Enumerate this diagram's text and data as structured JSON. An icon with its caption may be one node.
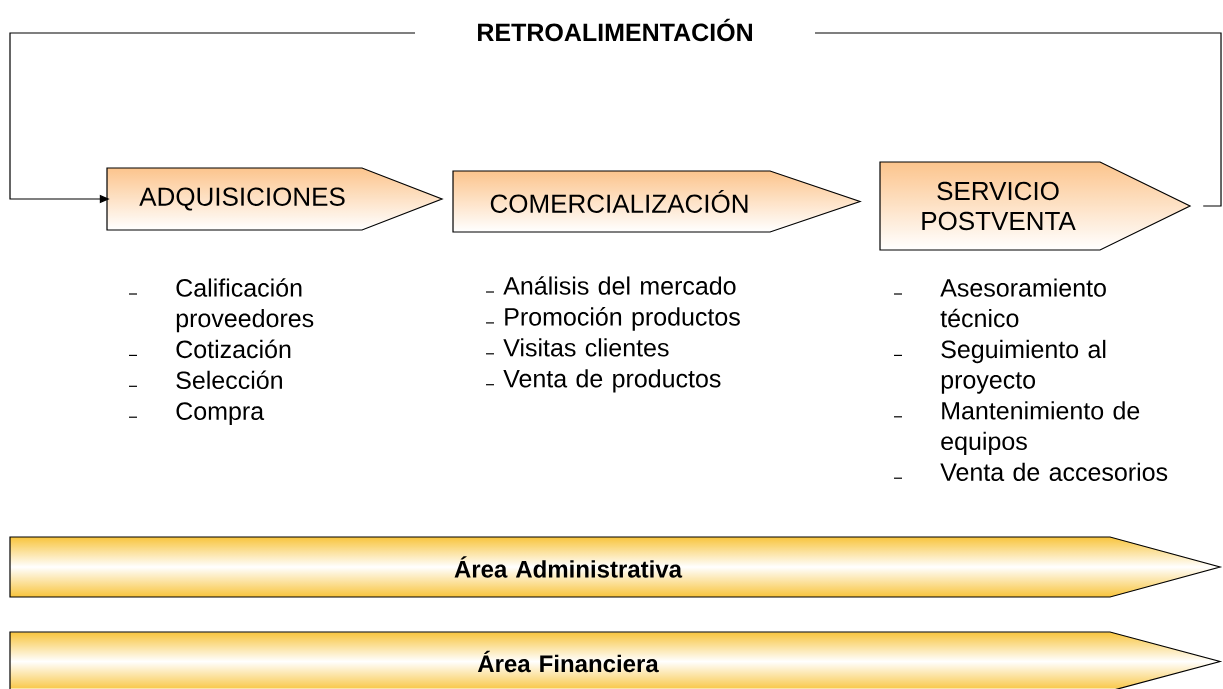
{
  "diagram": {
    "nodes": [
      {
        "text": [
          "ADQUISICIONES"
        ],
        "beside": [
          "Calificación proveedores",
          "Cotización",
          "Selección",
          "Compra"
        ]
      },
      {
        "text": [
          "COMERCIALIZACIÓN"
        ],
        "beside": [
          "Análisis del mercado",
          "Promoción productos",
          "Visitas clientes",
          "Venta de productos"
        ]
      },
      {
        "text": [
          "SERVICIO POSTVENTA"
        ],
        "beside": [
          "Asesoramiento técnico",
          "Seguimiento al proyecto",
          "Mantenimiento de equipos",
          "Venta de accesorios"
        ]
      },
      {
        "text": [
          "Área Administrativa"
        ]
      },
      {
        "text": [
          "Área Financiera"
        ]
      }
    ],
    "edges": [
      {
        "from": 2,
        "to": 0,
        "arrow": "to",
        "label": "RETROALIMENTACIÓN"
      }
    ]
  }
}
